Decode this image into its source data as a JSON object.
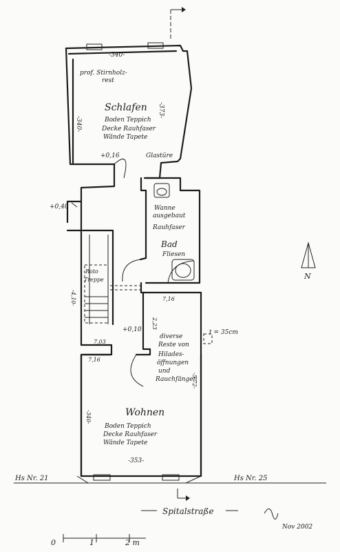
{
  "rooms": {
    "schlafen": {
      "name": "Schlafen",
      "floor": "Boden Teppich",
      "ceiling": "Decke Rauhfaser",
      "walls": "Wände Tapete"
    },
    "wohnen": {
      "name": "Wohnen",
      "floor": "Boden Teppich",
      "ceiling": "Decke Rauhfaser",
      "walls": "Wände Tapete"
    },
    "bad": {
      "name": "Bad",
      "tiles": "Fliesen",
      "tub": "Wanne",
      "tub2": "ausgebaut",
      "ceiling": "Rauhfaser"
    }
  },
  "annotations": {
    "profile_1": "prof. Stirnholz-",
    "profile_2": "rest",
    "glass_door": "Glastüre",
    "stair_1": "Roto",
    "stair_2": "Treppe",
    "note_1": "diverse",
    "note_2": "Reste von",
    "note_3": "Hilades-",
    "note_4": "öffnungen",
    "note_5": "und",
    "note_6": "Rauchfängen",
    "wall_thickness": "t = 35cm"
  },
  "dimensions": {
    "top_width": "-340-",
    "left_schlafen": "-340-",
    "right_schlafen": "-373-",
    "level_schlafen": "+0,16",
    "level_left": "+0,40",
    "left_stair": "-4,10-",
    "level_bad": "7,16",
    "level_hall": "+0,10",
    "small_1": "7,03",
    "small_2": "7,16",
    "small_3": "2,23",
    "right_wohnen": "-5,72-",
    "left_wohnen": "-340-",
    "bottom_width": "-353-"
  },
  "neighbors": {
    "left": "Hs Nr. 21",
    "right": "Hs Nr. 25"
  },
  "street": "Spitalstraße",
  "north": "N",
  "signature": {
    "date": "Nov 2002"
  },
  "scale": {
    "l0": "0",
    "l1": "1",
    "l2": "2 m"
  }
}
